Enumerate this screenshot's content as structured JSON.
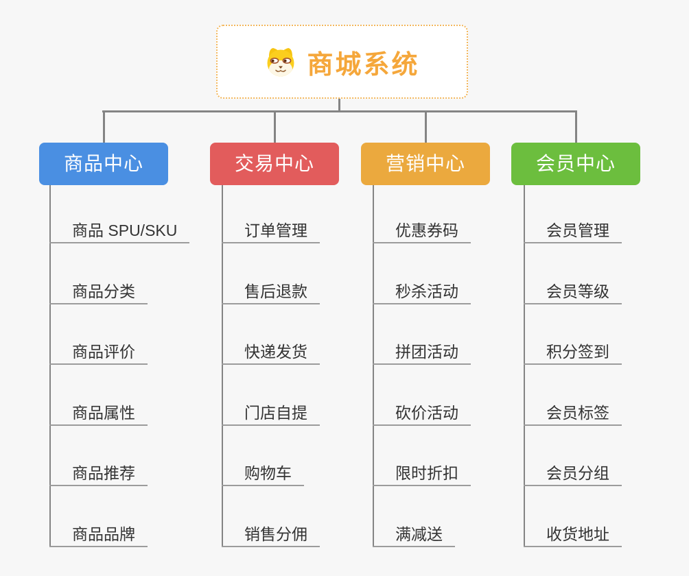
{
  "root": {
    "title": "商城系统",
    "icon": "dog-face-icon",
    "title_color": "#f5a73b",
    "border_color": "#f3b75c"
  },
  "connector_color": "#848484",
  "branches": [
    {
      "label": "商品中心",
      "color": "#4a8fe2",
      "children": [
        "商品 SPU/SKU",
        "商品分类",
        "商品评价",
        "商品属性",
        "商品推荐",
        "商品品牌"
      ]
    },
    {
      "label": "交易中心",
      "color": "#e25c5c",
      "children": [
        "订单管理",
        "售后退款",
        "快递发货",
        "门店自提",
        "购物车",
        "销售分佣"
      ]
    },
    {
      "label": "营销中心",
      "color": "#eba93e",
      "children": [
        "优惠券码",
        "秒杀活动",
        "拼团活动",
        "砍价活动",
        "限时折扣",
        "满减送"
      ]
    },
    {
      "label": "会员中心",
      "color": "#6cbe3e",
      "children": [
        "会员管理",
        "会员等级",
        "积分签到",
        "会员标签",
        "会员分组",
        "收货地址"
      ]
    }
  ]
}
